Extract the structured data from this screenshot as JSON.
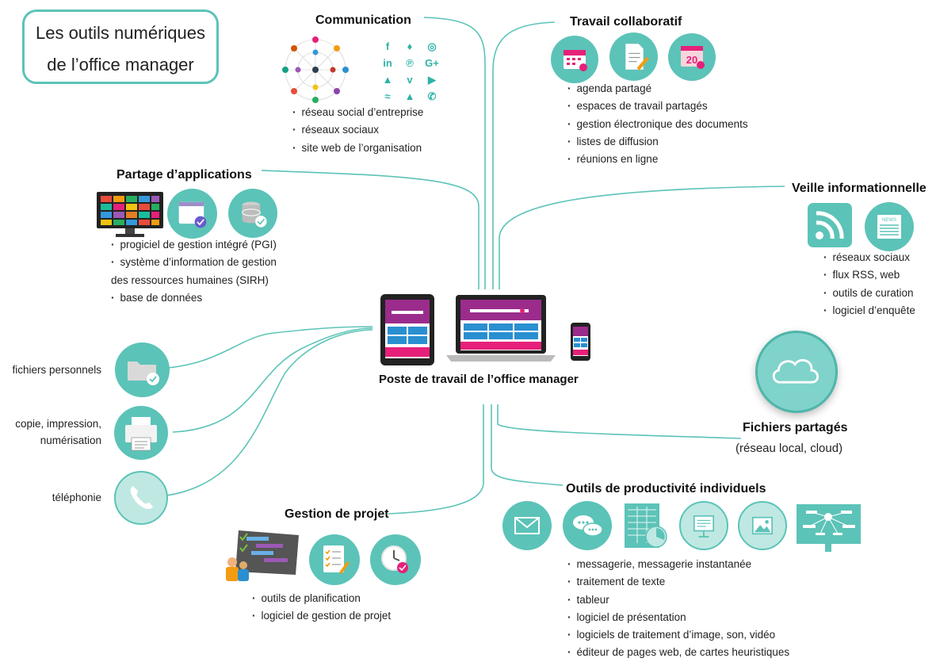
{
  "title": {
    "line1": "Les outils numériques",
    "line2": "de l’office manager"
  },
  "center": {
    "label": "Poste de travail de l’office manager"
  },
  "communication": {
    "heading": "Communication",
    "items": [
      "réseau social d’entreprise",
      "réseaux sociaux",
      "site web de l’organisation"
    ],
    "social_icons": [
      "f",
      "♦",
      "◎",
      "in",
      "℗",
      "G+",
      "▲",
      "v",
      "▶",
      "≈",
      "▲",
      "✆"
    ]
  },
  "travail_collaboratif": {
    "heading": "Travail collaboratif",
    "items": [
      "agenda partagé",
      "espaces de travail partagés",
      "gestion électronique des documents",
      "listes de diffusion",
      "réunions en ligne"
    ],
    "calendar_day": "20"
  },
  "partage_applications": {
    "heading": "Partage d’applications",
    "items": [
      "progiciel de gestion intégré (PGI)",
      "système d’information de gestion",
      "des ressources humaines (SIRH)",
      "base de données"
    ]
  },
  "veille": {
    "heading": "Veille informationnelle",
    "items": [
      "réseaux sociaux",
      "flux RSS, web",
      "outils de curation",
      "logiciel d’enquête"
    ],
    "news_label": "NEWS"
  },
  "fichiers_partages": {
    "heading": "Fichiers partagés",
    "sub": "(réseau local, cloud)"
  },
  "left_tools": {
    "fichiers": "fichiers personnels",
    "copie_line1": "copie, impression,",
    "copie_line2": "numérisation",
    "telephonie": "téléphonie"
  },
  "gestion_projet": {
    "heading": "Gestion de projet",
    "items": [
      "outils de planification",
      "logiciel de gestion de projet"
    ]
  },
  "productivite": {
    "heading": "Outils de productivité individuels",
    "items": [
      "messagerie, messagerie instantanée",
      "traitement de texte",
      "tableur",
      "logiciel de présentation",
      "logiciels de traitement d’image, son, vidéo",
      "éditeur de pages web, de cartes heuristiques"
    ]
  },
  "colors": {
    "teal": "#5cc3b8",
    "teal_light": "#bfe8e2",
    "magenta": "#9b2c8c",
    "pink": "#e6207a",
    "blue": "#2a8fd0"
  }
}
